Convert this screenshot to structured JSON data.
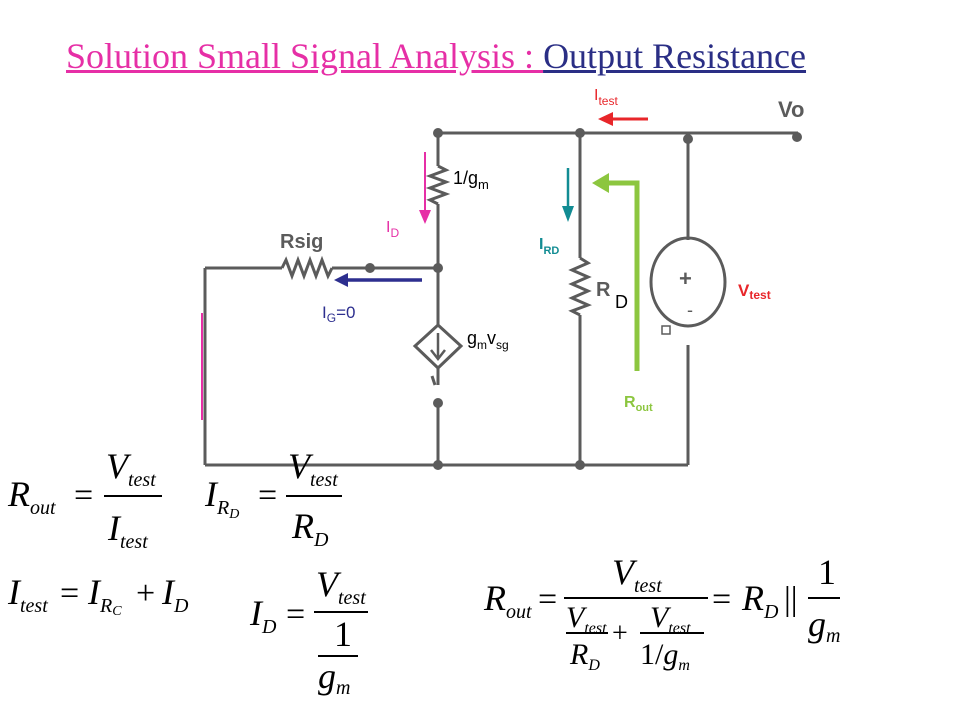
{
  "title": {
    "part1": "Solution Small Signal Analysis : ",
    "part2": "Output Resistance"
  },
  "circuit": {
    "vo_label": "Vo",
    "rsig_label": "Rsig",
    "inv_gm_label": "1/g",
    "inv_gm_sub": "m",
    "id_label": "I",
    "id_sub": "D",
    "ig_label": "I",
    "ig_sub": "G",
    "ig_value": "=0",
    "gmvsg_g": "g",
    "gmvsg_m": "m",
    "gmvsg_v": "v",
    "gmvsg_sub": "sg",
    "ird_label": "I",
    "ird_sub": "RD",
    "rd_label": "R",
    "rd_sub": "D",
    "itest_label": "I",
    "itest_sub": "test",
    "vtest_label": "V",
    "vtest_sub": "test",
    "rout_label": "R",
    "rout_sub": "out",
    "plus_sign": "+",
    "minus_sign": "-"
  },
  "colors": {
    "title_magenta": "#e62fa6",
    "title_navy": "#2a2e85",
    "wire": "#5b5b5b",
    "id_arrow": "#e62fa6",
    "ig_arrow": "#2d2f8f",
    "ird_arrow": "#128c93",
    "itest_arrow": "#e8262a",
    "rout_arrow": "#8cc63f",
    "vtest_text": "#e8262a"
  },
  "equations": {
    "eq1": {
      "lhs": "R",
      "lhs_sub": "out",
      "num": "V",
      "num_sub": "test",
      "den": "I",
      "den_sub": "test"
    },
    "eq2": {
      "lhs": "I",
      "lhs_sub": "R",
      "lhs_subsub": "D",
      "num": "V",
      "num_sub": "test",
      "den": "R",
      "den_sub": "D"
    },
    "eq3": {
      "lhs": "I",
      "lhs_sub": "test",
      "t1": "I",
      "t1_sub": "R",
      "t1_subsub": "C",
      "plus": "+",
      "t2": "I",
      "t2_sub": "D"
    },
    "eq4": {
      "lhs": "I",
      "lhs_sub": "D",
      "num": "V",
      "num_sub": "test",
      "den_num": "1",
      "den_den": "g",
      "den_den_sub": "m"
    },
    "eq5": {
      "lhs": "R",
      "lhs_sub": "out",
      "num": "V",
      "num_sub": "test",
      "d1_num": "V",
      "d1_num_sub": "test",
      "d1_den": "R",
      "d1_den_sub": "D",
      "plus": "+",
      "d2_num": "V",
      "d2_num_sub": "test",
      "d2_den_one": "1/",
      "d2_den_g": "g",
      "d2_den_sub": "m",
      "eq2": "=",
      "rhs_r": "R",
      "rhs_r_sub": "D",
      "parallel": "||",
      "rhs_num": "1",
      "rhs_den": "g",
      "rhs_den_sub": "m"
    },
    "equals": "="
  }
}
